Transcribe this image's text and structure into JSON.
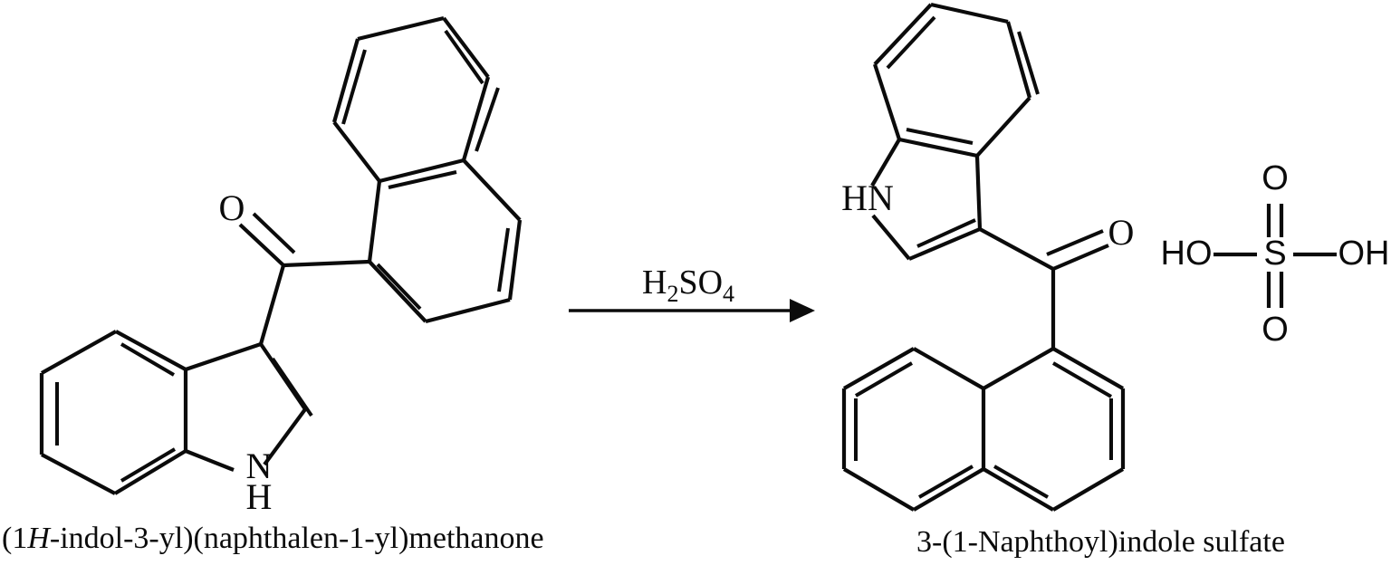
{
  "figure": {
    "type": "chemical-reaction-scheme",
    "background_color": "#ffffff",
    "line_color": "#0b0b0b"
  },
  "reactant": {
    "caption_prefix": "(1",
    "caption_italic": "H",
    "caption_suffix": "-indol-3-yl)(naphthalen-1-yl)methanone",
    "caption_full": "(1H-indol-3-yl)(naphthalen-1-yl)methanone",
    "atom_labels": {
      "carbonyl_oxygen": "O",
      "indole_nitrogen": "N",
      "indole_nh_hydrogen": "H"
    }
  },
  "arrow": {
    "reagent_main": "H",
    "reagent_sub1": "2",
    "reagent_mid": "SO",
    "reagent_sub2": "4",
    "reagent_full": "H2SO4",
    "direction": "right"
  },
  "product": {
    "caption_full": "3-(1-Naphthoyl)indole sulfate",
    "atom_labels": {
      "carbonyl_oxygen": "O",
      "indole_nh": "HN"
    }
  },
  "sulfate": {
    "atom_labels": {
      "sulfur": "S",
      "oxygen_top": "O",
      "oxygen_bottom": "O",
      "hydroxyl_left": "HO",
      "hydroxyl_right": "OH"
    }
  }
}
